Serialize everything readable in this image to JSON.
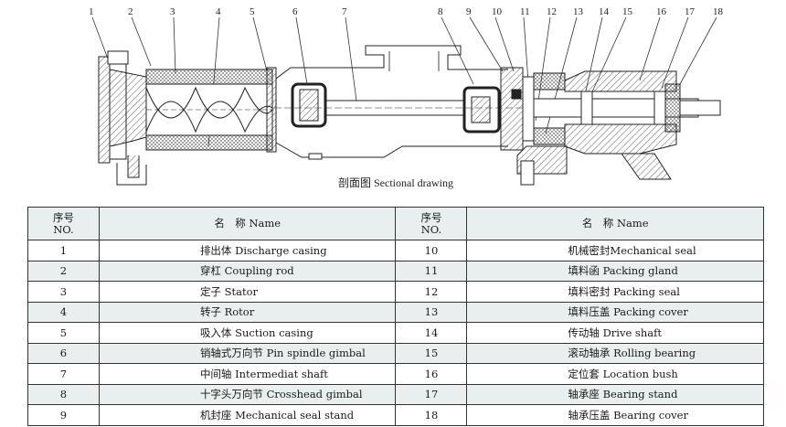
{
  "figure": {
    "callout_numbers": [
      "1",
      "2",
      "3",
      "4",
      "5",
      "6",
      "7",
      "8",
      "9",
      "10",
      "11",
      "12",
      "13",
      "14",
      "15",
      "16",
      "17",
      "18"
    ],
    "caption": "剖面图 Sectional drawing"
  },
  "table": {
    "header": {
      "no_cn": "序号",
      "no_en": "NO.",
      "name": "名　称 Name"
    },
    "left": [
      {
        "no": "1",
        "name": "排出体 Discharge casing"
      },
      {
        "no": "2",
        "name": "穿杠 Coupling rod"
      },
      {
        "no": "3",
        "name": "定子 Stator"
      },
      {
        "no": "4",
        "name": "转子 Rotor"
      },
      {
        "no": "5",
        "name": "吸入体 Suction casing"
      },
      {
        "no": "6",
        "name": "销轴式万向节 Pin spindle gimbal"
      },
      {
        "no": "7",
        "name": "中间轴 Intermediat shaft"
      },
      {
        "no": "8",
        "name": "十字头万向节 Crosshead gimbal"
      },
      {
        "no": "9",
        "name": "机封座 Mechanical seal stand"
      }
    ],
    "right": [
      {
        "no": "10",
        "name": "机械密封Mechanical seal"
      },
      {
        "no": "11",
        "name": "填料函 Packing gland"
      },
      {
        "no": "12",
        "name": "填料密封 Packing seal"
      },
      {
        "no": "13",
        "name": "填料压盖 Packing cover"
      },
      {
        "no": "14",
        "name": "传动轴 Drive shaft"
      },
      {
        "no": "15",
        "name": "滚动轴承 Rolling bearing"
      },
      {
        "no": "16",
        "name": "定位套 Location bush"
      },
      {
        "no": "17",
        "name": "轴承座 Bearing stand"
      },
      {
        "no": "18",
        "name": "轴承压盖 Bearing cover"
      }
    ]
  }
}
